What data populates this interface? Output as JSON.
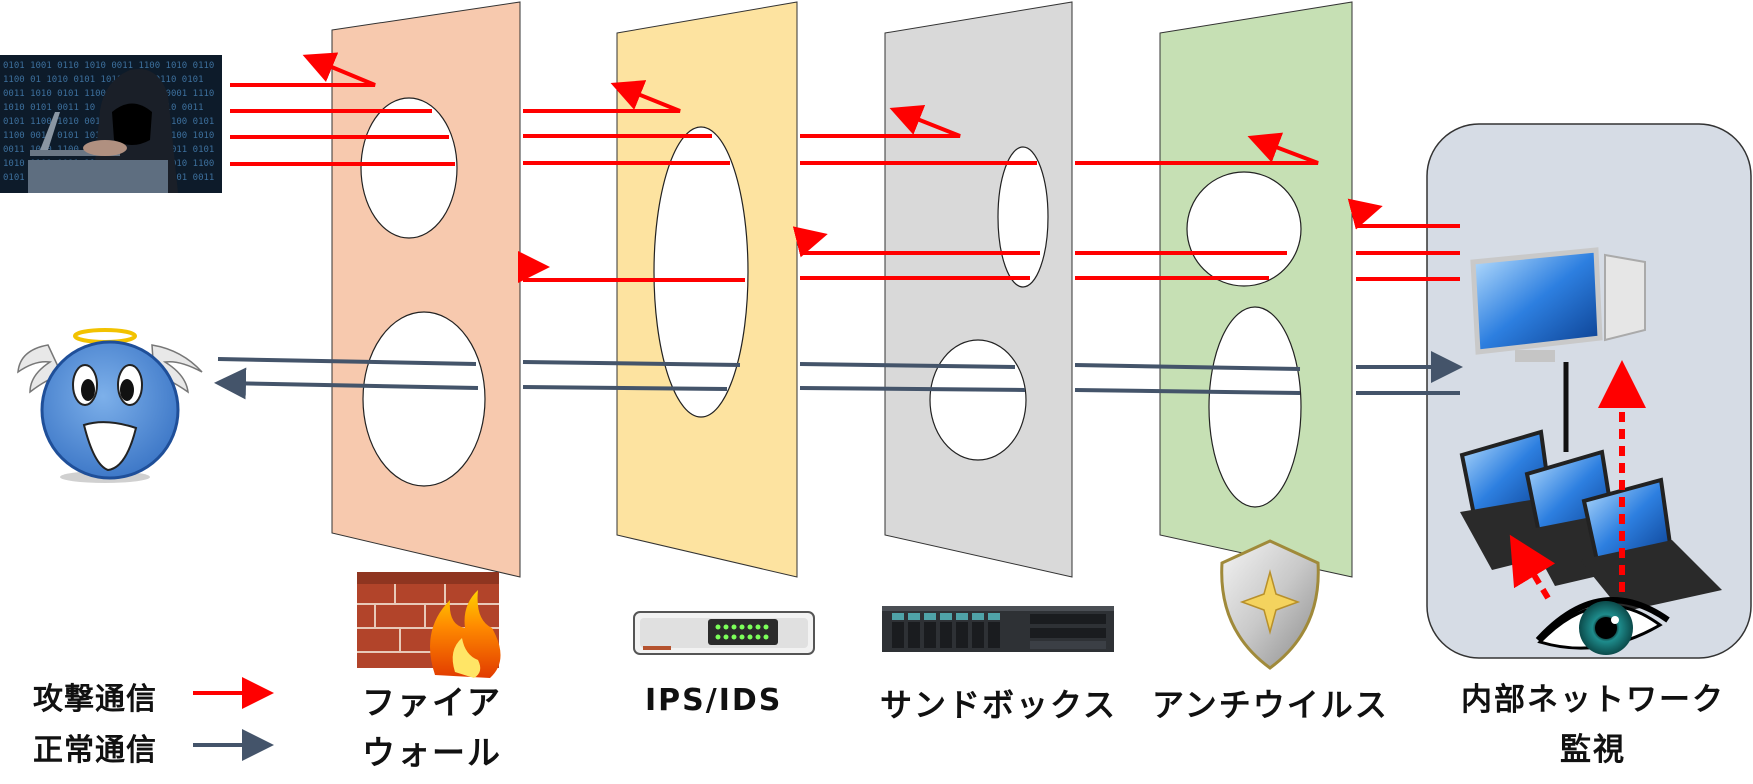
{
  "layers": [
    {
      "id": "firewall",
      "label_lines": [
        "ファイア",
        "ウォール"
      ],
      "color": "#f7c9ae",
      "icon": "firewall-icon"
    },
    {
      "id": "ips-ids",
      "label_lines": [
        "IPS/IDS"
      ],
      "color": "#fde3a0",
      "icon": "ips-device-icon"
    },
    {
      "id": "sandbox",
      "label_lines": [
        "サンドボックス"
      ],
      "color": "#d9d9d9",
      "icon": "server-rack-icon"
    },
    {
      "id": "antivirus",
      "label_lines": [
        "アンチウイルス"
      ],
      "color": "#c6e0b4",
      "icon": "shield-icon"
    }
  ],
  "internal_network": {
    "label_lines": [
      "内部ネットワーク",
      "監視"
    ],
    "color": "#d6dce5"
  },
  "attacker": {
    "icon": "hooded-hacker-icon"
  },
  "legitimate_user": {
    "icon": "angel-smiley-icon"
  },
  "legend": [
    {
      "label": "攻撃通信",
      "color": "#ff0000"
    },
    {
      "label": "正常通信",
      "color": "#44546a"
    }
  ],
  "colors": {
    "attack": "#ff0000",
    "normal": "#44546a"
  }
}
